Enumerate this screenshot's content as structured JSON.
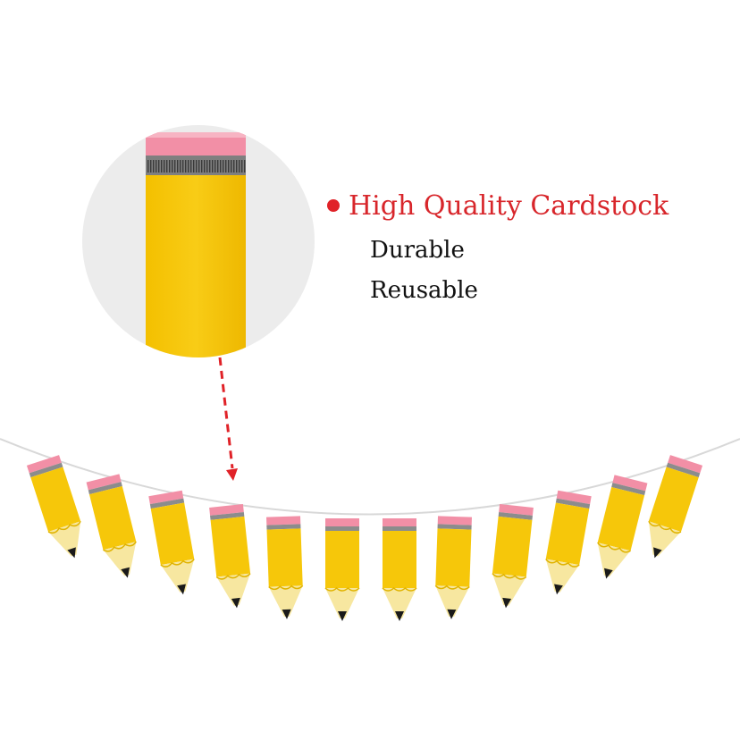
{
  "feature": {
    "title": "High Quality Cardstock",
    "items": [
      "Durable",
      "Reusable"
    ]
  },
  "colors": {
    "accent": "#d8262b",
    "pencil_body": "#f6c70a",
    "pencil_eraser": "#f28fa6",
    "pencil_ferrule": "#8c8c8c",
    "pencil_tip": "#f7e7a0",
    "lead": "#1a1a1a",
    "zoom_circle": "#ececec",
    "arrow": "#e02228"
  },
  "garland": {
    "pencil_count": 12
  }
}
